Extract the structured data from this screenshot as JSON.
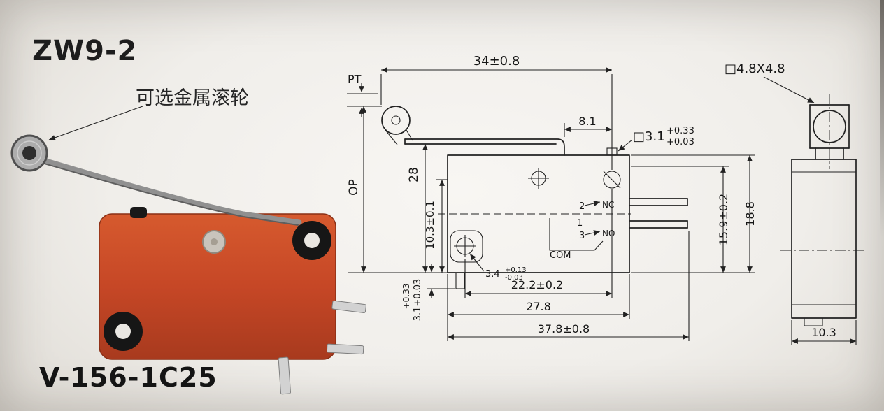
{
  "colors": {
    "switch_body": "#c8502a",
    "paper": "#efede9",
    "ink": "#1b1b1b"
  },
  "header": {
    "series": "ZW9-2",
    "roller_note": "可选金属滚轮"
  },
  "footer": {
    "model": "V-156-1C25"
  },
  "main_drawing": {
    "dim_lever_length": "34±0.8",
    "pretravel": "PT",
    "dim_pivot_offset": "8.1",
    "plunger_size": "□3.1",
    "plunger_tol_upper": "+0.33",
    "plunger_tol_lower": "+0.03",
    "operating_position": "OP",
    "dim_free_height": "28",
    "dim_hole_height": "10.3±0.1",
    "terminal_2": "2",
    "terminal_nc": "NC",
    "terminal_1": "1",
    "terminal_3": "3",
    "terminal_no": "NO",
    "terminal_com": "COM",
    "hole_size": "3.4",
    "hole_tol_upper": "+0.13",
    "hole_tol_lower": "-0.03",
    "dim_hole_span": "22.2±0.2",
    "dim_body_width": "27.8",
    "dim_overall_width": "37.8±0.8",
    "dim_body_height": "15.9±0.2",
    "dim_overall_height": "18.8",
    "com_tol_upper": "+0.33",
    "com_size": "3.1+0.03"
  },
  "side_drawing": {
    "roller_size": "□4.8X4.8",
    "dim_depth": "10.3"
  }
}
